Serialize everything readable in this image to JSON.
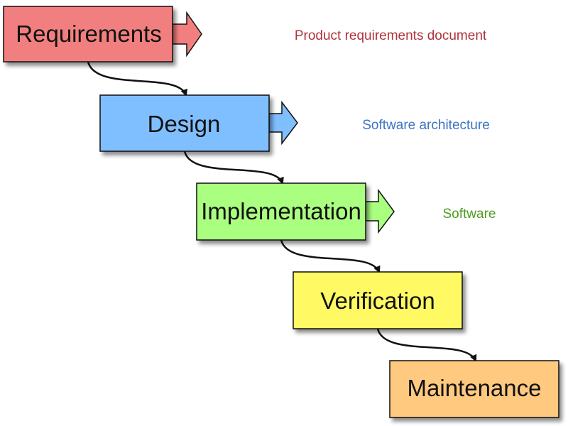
{
  "diagram": {
    "stages": [
      {
        "label": "Requirements",
        "fill": "#f27f7f",
        "output": "Product requirements document",
        "output_color": "#b0323b"
      },
      {
        "label": "Design",
        "fill": "#80bfff",
        "output": "Software architecture",
        "output_color": "#3d74c1"
      },
      {
        "label": "Implementation",
        "fill": "#aaff80",
        "output": "Software",
        "output_color": "#4f9c1e"
      },
      {
        "label": "Verification",
        "fill": "#fffa64",
        "output": "",
        "output_color": ""
      },
      {
        "label": "Maintenance",
        "fill": "#ffca80",
        "output": "",
        "output_color": ""
      }
    ],
    "stroke_color": "#111111"
  }
}
